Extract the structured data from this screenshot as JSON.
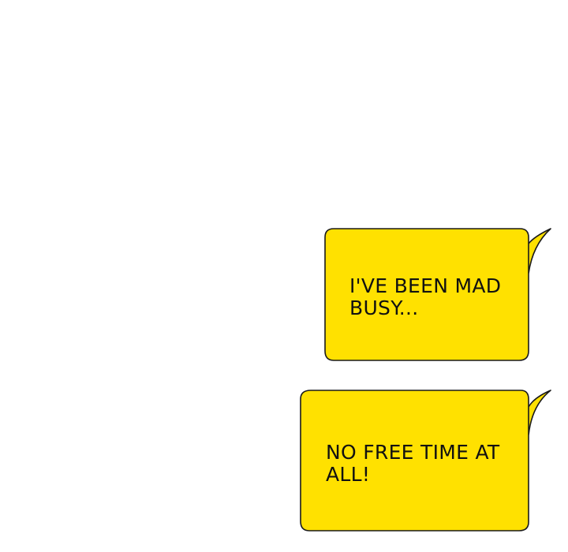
{
  "bubble_fill": "#ffe100",
  "bubble_stroke": "#1a1a1a",
  "bubbles": [
    {
      "lines": [
        "I'VE BEEN MAD",
        "BUSY..."
      ]
    },
    {
      "lines": [
        "NO FREE TIME AT",
        "ALL!"
      ]
    }
  ]
}
